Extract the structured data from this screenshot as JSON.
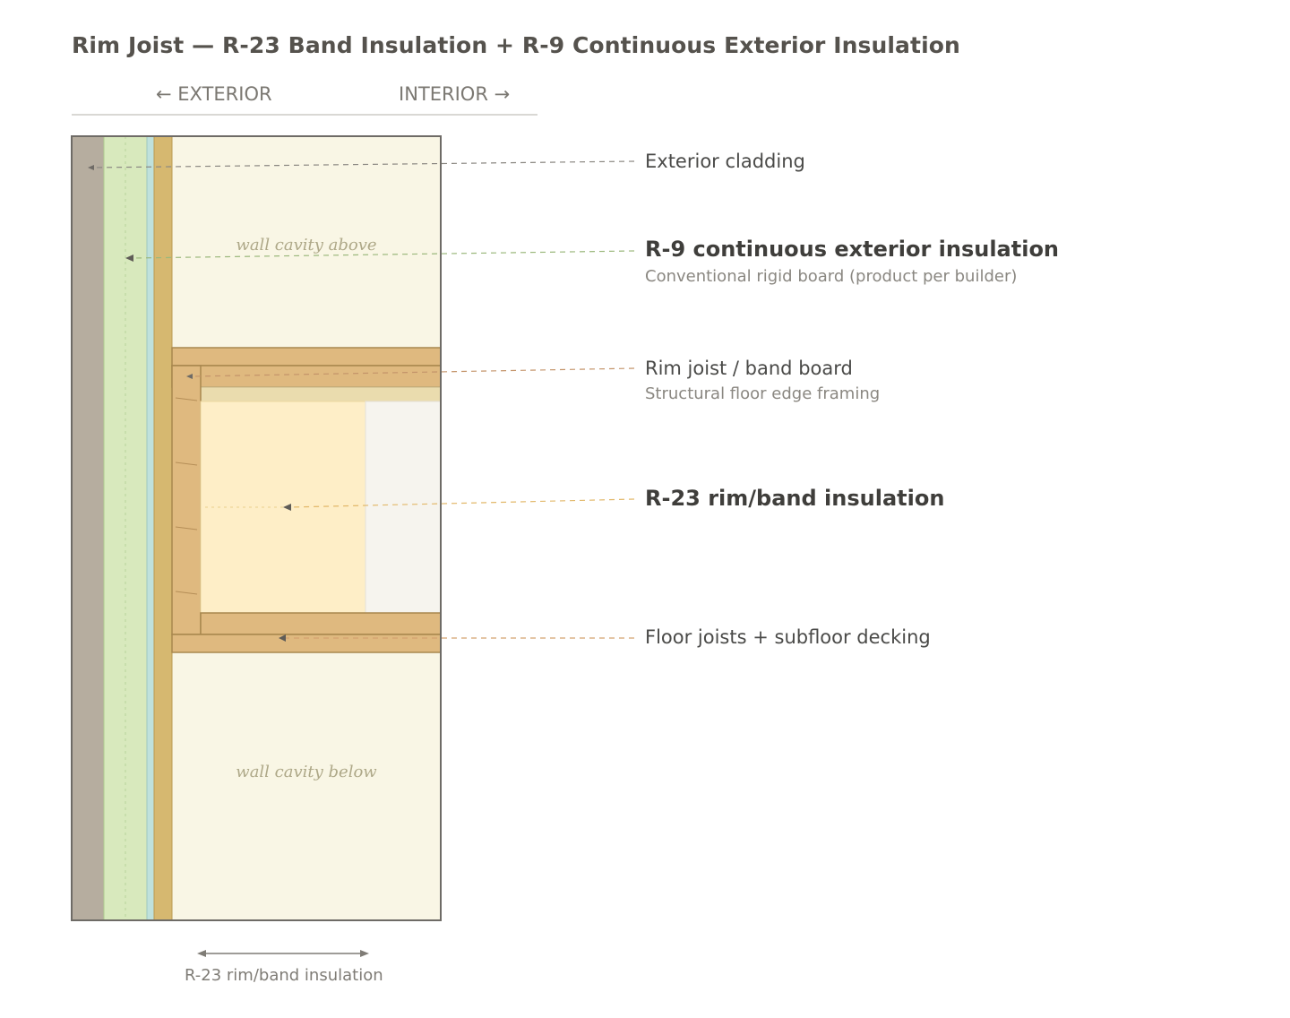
{
  "title": "Rim Joist — R-23 Band Insulation + R-9 Continuous Exterior Insulation",
  "direction": {
    "exterior": "← EXTERIOR",
    "interior": "INTERIOR →"
  },
  "cavity": {
    "above": "wall cavity above",
    "below": "wall cavity below"
  },
  "callouts": {
    "cladding": {
      "label": "Exterior cladding"
    },
    "ci": {
      "label": "R-9 continuous exterior insulation",
      "sub": "Conventional rigid board (product per builder)"
    },
    "rim": {
      "label": "Rim joist / band board",
      "sub": "Structural floor edge framing"
    },
    "band": {
      "label": "R-23 rim/band insulation"
    },
    "floor": {
      "label": "Floor joists + subfloor decking"
    }
  },
  "dimension": {
    "label": "R-23 rim/band insulation"
  },
  "colors": {
    "cladding": "#b6ad9f",
    "ci_board": "#d8e9bd",
    "wrb": "#bfe1dc",
    "sheathing": "#d6b870",
    "cavity": "#f9f6e5",
    "lumber": "#dfb97f",
    "batt": "#feeec7",
    "interior_void": "#f6f4ee"
  }
}
